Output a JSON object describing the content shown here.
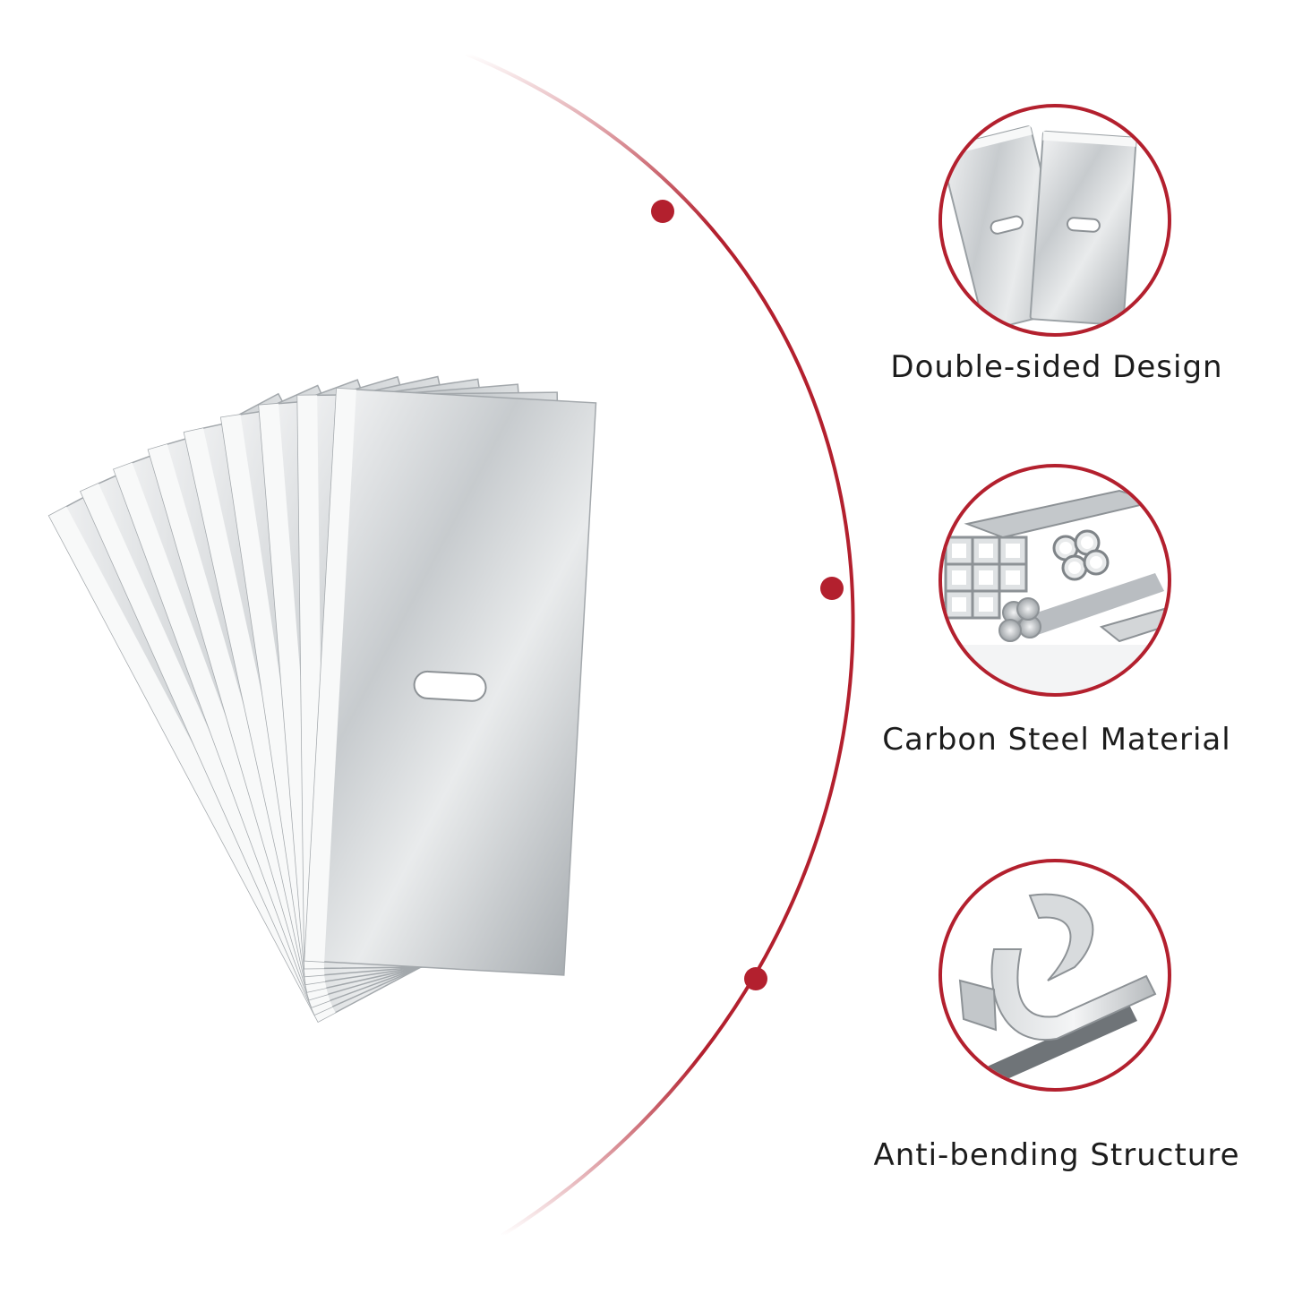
{
  "features": [
    {
      "label": "Double-sided Design",
      "icon": "double-blade-icon"
    },
    {
      "label": "Carbon Steel Material",
      "icon": "steel-profiles-icon"
    },
    {
      "label": "Anti-bending Structure",
      "icon": "bent-steel-strip-icon"
    }
  ],
  "colors": {
    "accent": "#b3202e",
    "steel_light": "#e6e8ea",
    "steel_mid": "#b9bdc1",
    "steel_dark": "#8d9296",
    "text": "#1c1c1c"
  },
  "blades": {
    "count": 9
  }
}
